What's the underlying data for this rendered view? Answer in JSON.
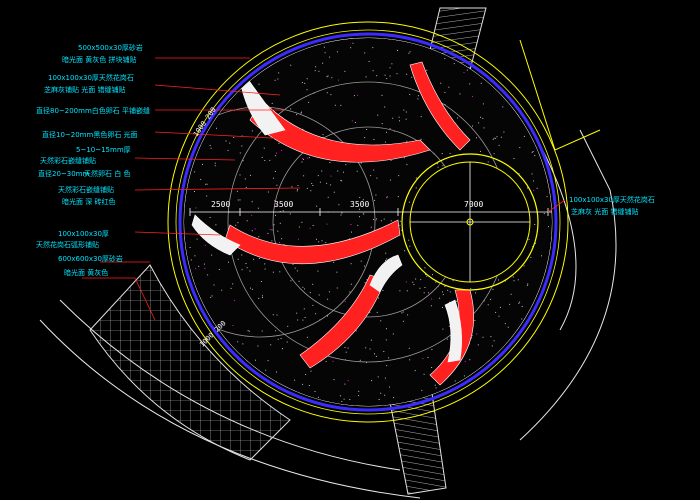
{
  "annotations_left": [
    {
      "line1": "500x500x30厚砂岩",
      "line2": "暗光面 黄灰色 拼块铺贴"
    },
    {
      "line1": "100x100x30厚天然花岗石",
      "line2": "芝麻灰铺贴 光面 错缝铺贴"
    },
    {
      "line1": "直径80~200mm白色卵石 平铺嵌缝",
      "line2": ""
    },
    {
      "line1": "直径10~20mm黑色卵石 光面",
      "line2": ""
    },
    {
      "line1": "5~10~15mm厚",
      "line2": "天然彩石嵌缝铺贴"
    },
    {
      "line1": "直径20~30mm",
      "line2": "天然卵石 白 色"
    },
    {
      "line1": "天然彩石嵌缝铺贴",
      "line2": "暗光面 深 砖红色"
    },
    {
      "line1": "100x100x30厚",
      "line2": "天然花岗石弧形铺贴"
    },
    {
      "line1": "600x600x30厚砂岩",
      "line2": "暗光面 黄灰色"
    }
  ],
  "annotation_right": {
    "line1": "100x100x30厚天然花岗石",
    "line2": "芝麻灰 光面 错缝铺贴"
  },
  "dimensions": {
    "d1": "2500",
    "d2": "3500",
    "d3": "3500",
    "d4": "7000"
  },
  "side_labels": {
    "upper": "1000 200",
    "lower": "1000 200"
  },
  "colors": {
    "ring_blue": "#3a2cff",
    "ring_yellow": "#ffff00",
    "pebble_red": "#ff2020",
    "pebble_white": "#ffffff",
    "speck_magenta": "#ff00ff",
    "leader_red": "#ff2020",
    "text_cyan": "#00e5ff",
    "guide_gray": "#9a9a9a"
  }
}
